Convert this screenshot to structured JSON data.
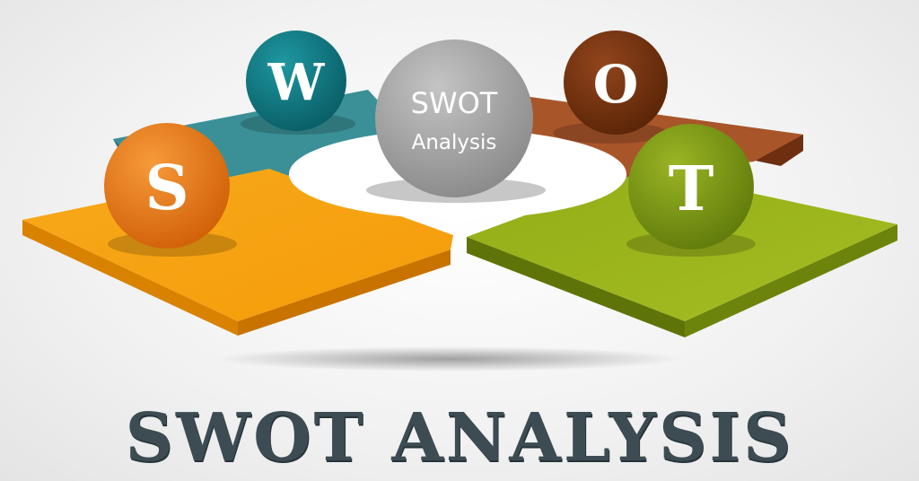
{
  "diagram": {
    "center": {
      "line1": "SWOT",
      "line2": "Analysis"
    },
    "quadrants": [
      {
        "letter": "S",
        "color": "#f39a0c",
        "ball_color": "#ea7d10"
      },
      {
        "letter": "W",
        "color": "#2f8a8f",
        "ball_color": "#0f7c86"
      },
      {
        "letter": "O",
        "color": "#9a4a1e",
        "ball_color": "#7a3612"
      },
      {
        "letter": "T",
        "color": "#8ea51a",
        "ball_color": "#7d9a14"
      }
    ]
  },
  "footer": {
    "title": "SWOT ANALYSIS"
  }
}
